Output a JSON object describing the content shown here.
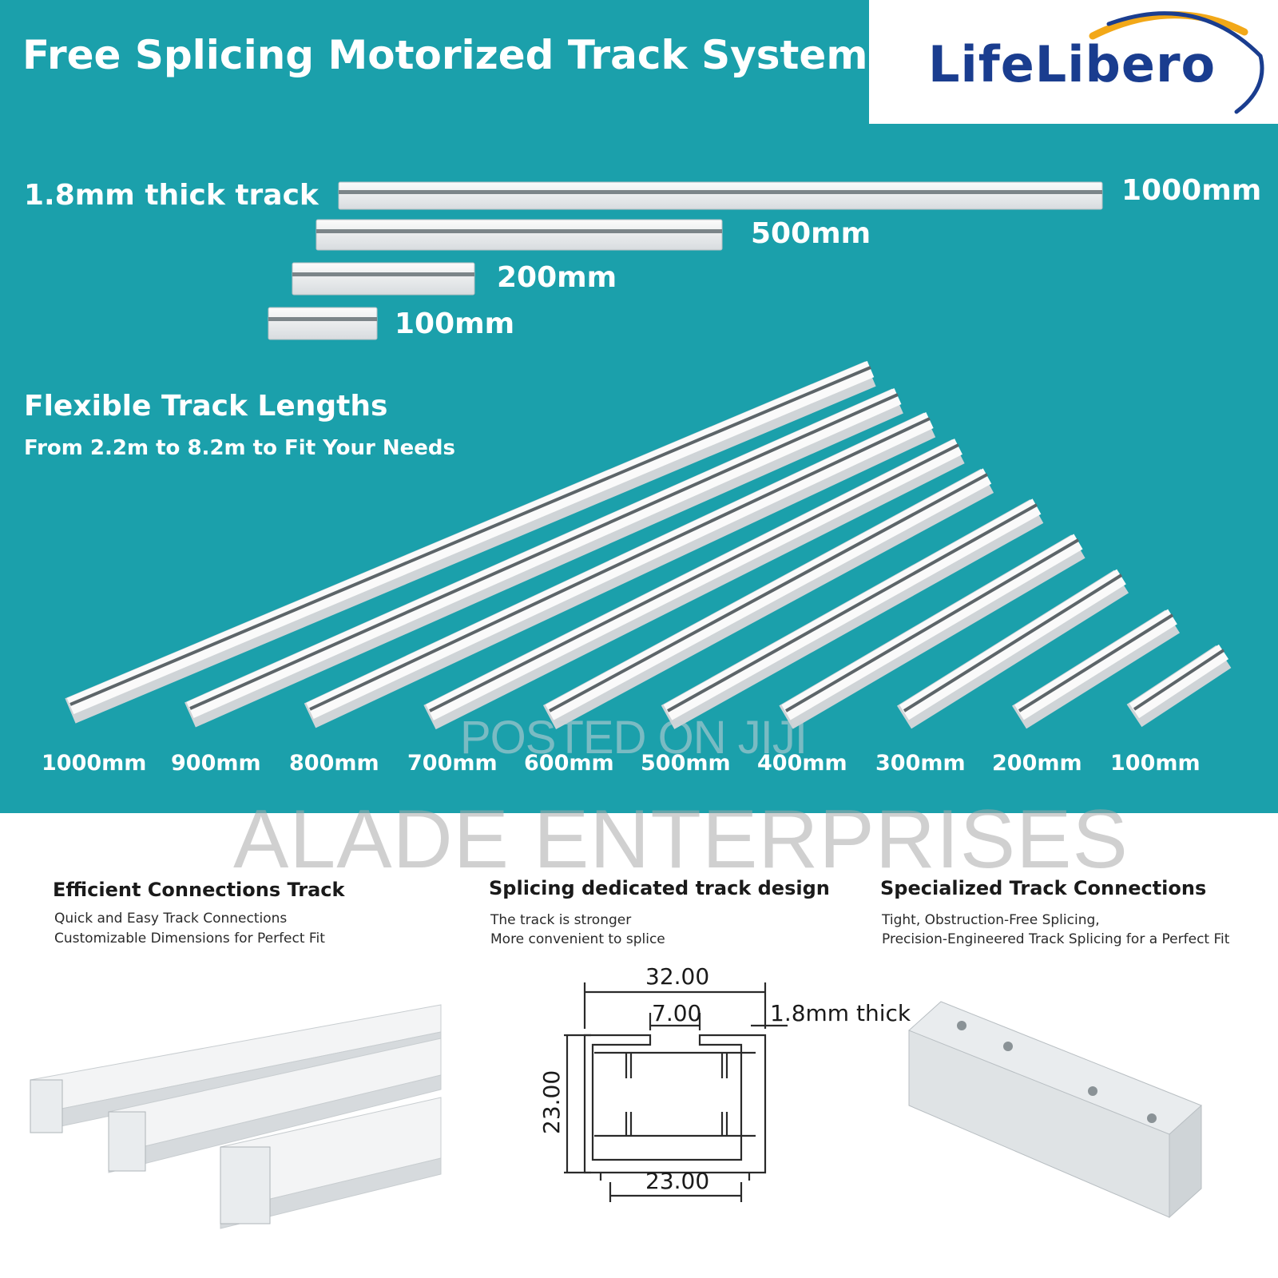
{
  "header": {
    "title": "Free Splicing Motorized Track System",
    "brand": "LifeLibero",
    "brand_color": "#1a3d8f",
    "background_color": "#1ba0ab"
  },
  "thick_track": {
    "label": "1.8mm thick track",
    "lengths": [
      "1000mm",
      "500mm",
      "200mm",
      "100mm"
    ]
  },
  "flexible": {
    "title": "Flexible Track Lengths",
    "subtitle": "From 2.2m to 8.2m to Fit Your Needs",
    "lengths": [
      "1000mm",
      "900mm",
      "800mm",
      "700mm",
      "600mm",
      "500mm",
      "400mm",
      "300mm",
      "200mm",
      "100mm"
    ]
  },
  "watermarks": {
    "posted": "POSTED ON JIJI",
    "seller": "ALADE ENTERPRISES"
  },
  "features": [
    {
      "title": "Efficient Connections Track",
      "lines": [
        "Quick and Easy Track Connections",
        "Customizable Dimensions for Perfect Fit"
      ]
    },
    {
      "title": "Splicing dedicated track design",
      "lines": [
        "The track is stronger",
        "More convenient to splice"
      ]
    },
    {
      "title": "Specialized Track Connections",
      "lines": [
        "Tight, Obstruction-Free Splicing,",
        "Precision-Engineered Track Splicing for a Perfect Fit"
      ]
    }
  ],
  "diagram": {
    "width_top": "32.00",
    "slot": "7.00",
    "thickness": "1.8mm thick",
    "height": "23.00",
    "width_bottom": "23.00"
  }
}
